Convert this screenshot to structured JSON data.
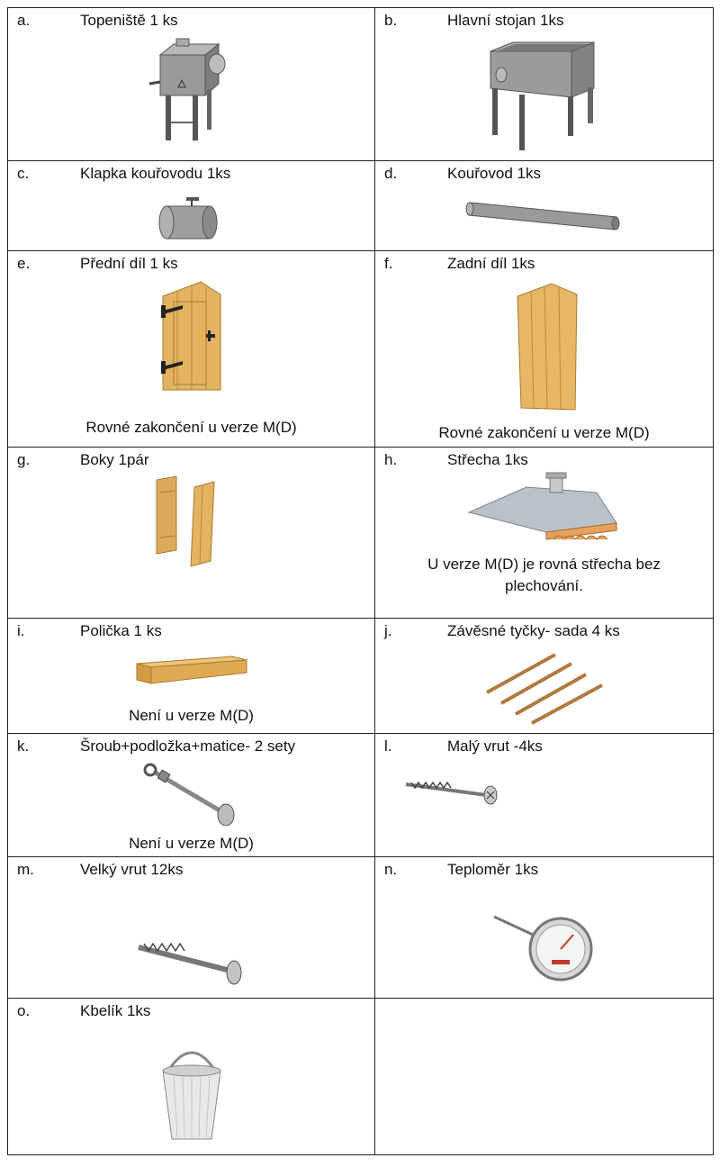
{
  "items": [
    {
      "letter": "a.",
      "title": "Topeniště 1 ks",
      "icon": "firebox-icon"
    },
    {
      "letter": "b.",
      "title": "Hlavní stojan 1ks",
      "icon": "main-stand-icon"
    },
    {
      "letter": "c.",
      "title": "Klapka kouřovodu 1ks",
      "icon": "flue-damper-icon"
    },
    {
      "letter": "d.",
      "title": "Kouřovod 1ks",
      "icon": "flue-pipe-icon"
    },
    {
      "letter": "e.",
      "title": "Přední díl 1 ks",
      "icon": "front-panel-door-icon",
      "note": "Rovné zakončení u verze M(D)"
    },
    {
      "letter": "f.",
      "title": "Zadní díl 1ks",
      "icon": "back-panel-icon",
      "note": "Rovné zakončení u verze M(D)"
    },
    {
      "letter": "g.",
      "title": "Boky 1pár",
      "icon": "side-panels-icon"
    },
    {
      "letter": "h.",
      "title": "Střecha 1ks",
      "icon": "roof-icon",
      "note_lines": [
        "U verze M(D) je rovná střecha bez",
        "plechování."
      ]
    },
    {
      "letter": "i.",
      "title": "Polička 1 ks",
      "icon": "shelf-icon",
      "note": "Není u verze M(D)"
    },
    {
      "letter": "j.",
      "title": "Závěsné tyčky- sada 4 ks",
      "icon": "hanging-rods-icon"
    },
    {
      "letter": "k.",
      "title": "Šroub+podložka+matice- 2 sety",
      "icon": "bolt-washer-nut-icon",
      "note": "Není u verze M(D)"
    },
    {
      "letter": "l.",
      "title": "Malý vrut -4ks",
      "icon": "small-screw-icon"
    },
    {
      "letter": "m.",
      "title": "Velký vrut 12ks",
      "icon": "large-screw-icon"
    },
    {
      "letter": "n.",
      "title": "Teploměr 1ks",
      "icon": "thermometer-icon"
    },
    {
      "letter": "o.",
      "title": "Kbelík 1ks",
      "icon": "bucket-icon"
    }
  ]
}
